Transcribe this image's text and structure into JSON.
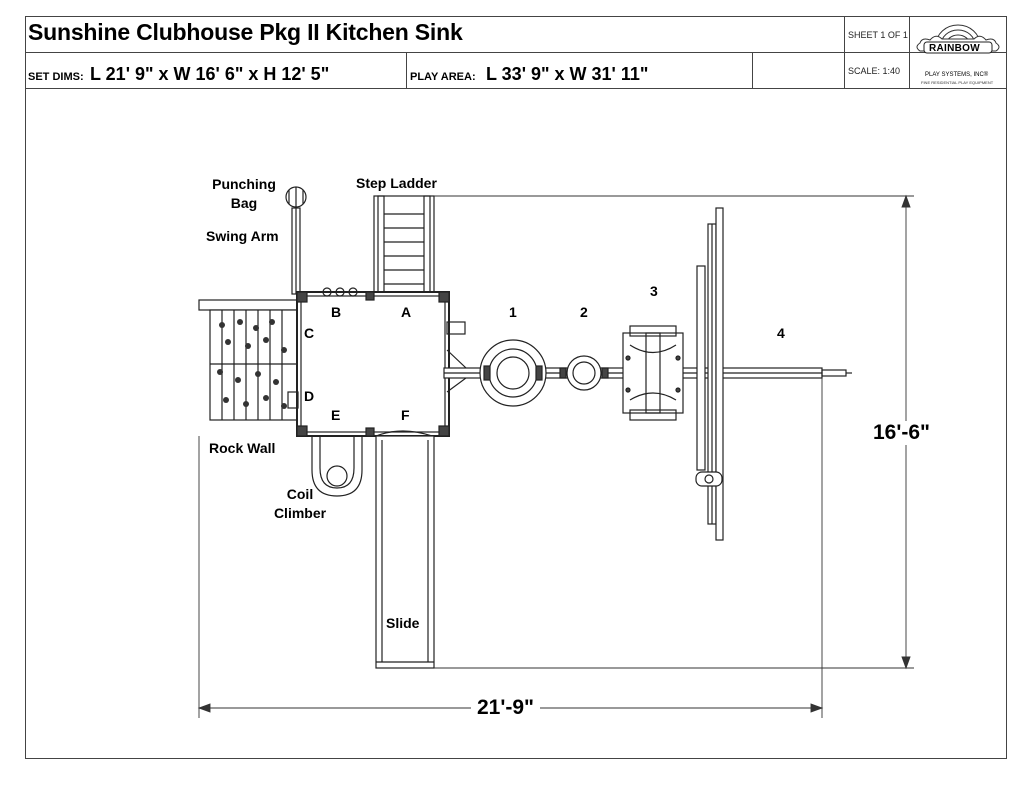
{
  "header": {
    "title": "Sunshine Clubhouse Pkg II Kitchen Sink",
    "set_dims_label": "SET DIMS:",
    "set_dims_value": "L 21' 9\" x W 16' 6\" x H 12' 5\"",
    "play_area_label": "PLAY AREA:",
    "play_area_value": "L 33' 9\" x W 31' 11\"",
    "sheet": "SHEET 1 OF 1",
    "scale": "SCALE: 1:40"
  },
  "logo": {
    "brand": "RAINBOW",
    "sub": "PLAY SYSTEMS, INC®",
    "tagline": "FINE RESIDENTIAL PLAY EQUIPMENT"
  },
  "labels": {
    "punching_bag": "Punching\nBag",
    "swing_arm": "Swing Arm",
    "step_ladder": "Step Ladder",
    "rock_wall": "Rock Wall",
    "coil_climber": "Coil\nClimber",
    "slide": "Slide"
  },
  "deck_letters": [
    "A",
    "B",
    "C",
    "D",
    "E",
    "F"
  ],
  "swing_positions": [
    "1",
    "2",
    "3",
    "4"
  ],
  "dimensions": {
    "width": "21'-9\"",
    "depth": "16'-6\""
  }
}
